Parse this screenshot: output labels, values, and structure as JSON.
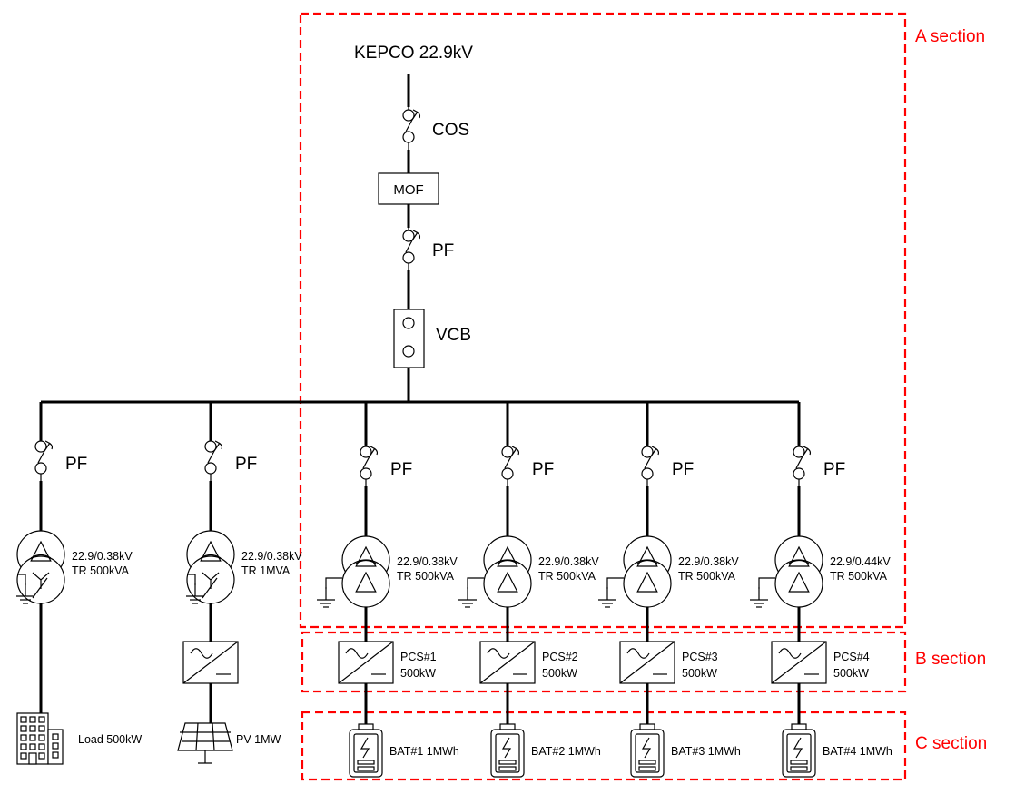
{
  "source": "KEPCO 22.9kV",
  "main_line": {
    "cos_label": "COS",
    "mof_label": "MOF",
    "pf_label": "PF",
    "vcb_label": "VCB"
  },
  "feeders": [
    {
      "id": "load",
      "pf_label": "PF",
      "tr_rating": "22.9/0.38kV",
      "tr_capacity": "TR 500kVA",
      "tr_type": "delta-wye",
      "end_label": "Load 500kW",
      "end_icon": "building-icon"
    },
    {
      "id": "pv",
      "pf_label": "PF",
      "tr_rating": "22.9/0.38kV",
      "tr_capacity": "TR 1MVA",
      "tr_type": "delta-wye",
      "converter": "inverter",
      "end_label": "PV 1MW",
      "end_icon": "solar-panel-icon"
    },
    {
      "id": "ess1",
      "pf_label": "PF",
      "tr_rating": "22.9/0.38kV",
      "tr_capacity": "TR 500kVA",
      "tr_type": "delta-delta",
      "pcs_name": "PCS#1",
      "pcs_rating": "500kW",
      "end_label": "BAT#1 1MWh",
      "end_icon": "battery-icon"
    },
    {
      "id": "ess2",
      "pf_label": "PF",
      "tr_rating": "22.9/0.38kV",
      "tr_capacity": "TR 500kVA",
      "tr_type": "delta-delta",
      "pcs_name": "PCS#2",
      "pcs_rating": "500kW",
      "end_label": "BAT#2 1MWh",
      "end_icon": "battery-icon"
    },
    {
      "id": "ess3",
      "pf_label": "PF",
      "tr_rating": "22.9/0.38kV",
      "tr_capacity": "TR 500kVA",
      "tr_type": "delta-delta",
      "pcs_name": "PCS#3",
      "pcs_rating": "500kW",
      "end_label": "BAT#3 1MWh",
      "end_icon": "battery-icon"
    },
    {
      "id": "ess4",
      "pf_label": "PF",
      "tr_rating": "22.9/0.44kV",
      "tr_capacity": "TR 500kVA",
      "tr_type": "delta-delta",
      "pcs_name": "PCS#4",
      "pcs_rating": "500kW",
      "end_label": "BAT#4 1MWh",
      "end_icon": "battery-icon"
    }
  ],
  "sections": [
    {
      "label": "A section"
    },
    {
      "label": "B section"
    },
    {
      "label": "C section"
    }
  ],
  "colors": {
    "line": "#000000",
    "section": "#ff0000"
  }
}
